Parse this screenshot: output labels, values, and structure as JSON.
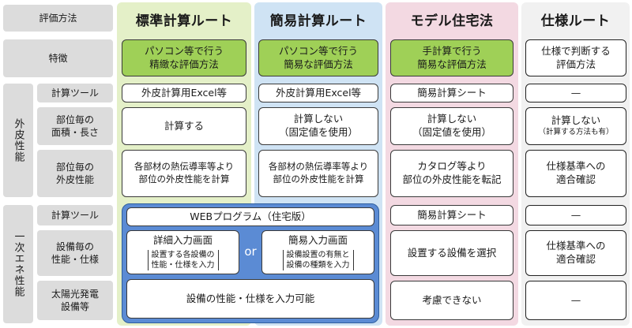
{
  "header": {
    "label": "評価方法",
    "columns": [
      "標準計算ルート",
      "簡易計算ルート",
      "モデル住宅法",
      "仕様ルート"
    ]
  },
  "feature": {
    "label": "特徴",
    "std": "パソコン等で行う\n精緻な評価方法",
    "simp": "パソコン等で行う\n簡易な評価方法",
    "model": "手計算で行う\n簡易な評価方法",
    "spec": "仕様で判断する\n評価方法"
  },
  "envelope": {
    "group_label": "外皮性能",
    "rows": [
      {
        "label": "計算ツール",
        "std": "外皮計算用Excel等",
        "simp": "外皮計算用Excel等",
        "model": "簡易計算シート",
        "spec": "—"
      },
      {
        "label": "部位毎の\n面積・長さ",
        "std": "計算する",
        "simp": "計算しない\n（固定値を使用）",
        "model": "計算しない\n（固定値を使用）",
        "spec": "計算しない",
        "spec_note": "（計算する方法も有）"
      },
      {
        "label": "部位毎の\n外皮性能",
        "std": "各部材の熱伝導率等より\n部位の外皮性能を計算",
        "simp": "各部材の熱伝導率等より\n部位の外皮性能を計算",
        "model": "カタログ等より\n部位の外皮性能を転記",
        "spec": "仕様基準への\n適合確認"
      }
    ]
  },
  "energy": {
    "group_label": "一次エネ性能",
    "rows": [
      {
        "label": "計算ツール"
      },
      {
        "label": "設備毎の\n性能・仕様"
      },
      {
        "label": "太陽光発電\n設備等"
      }
    ],
    "web_program": "WEBプログラム（住宅版）",
    "detail_title": "詳細入力画面",
    "detail_note": "設置する各設備の\n性能・仕様を入力",
    "or": "or",
    "simple_title": "簡易入力画面",
    "simple_note": "設備設置の有無と\n設備の種類を入力",
    "bottom": "設備の性能・仕様を入力可能",
    "model": [
      "簡易計算シート",
      "設置する設備を選択",
      "考慮できない"
    ],
    "spec": [
      "—",
      "仕様基準への\n適合確認",
      "—"
    ]
  },
  "colors": {
    "standard_bg": "#e4f0c8",
    "simple_bg": "#cfe3f4",
    "model_bg": "#f3d9e2",
    "spec_bg": "#f1f1f1",
    "feature_green": "#9fd057",
    "web_frame_blue": "#5b8bd4",
    "label_gray": "#dcdcdc"
  }
}
